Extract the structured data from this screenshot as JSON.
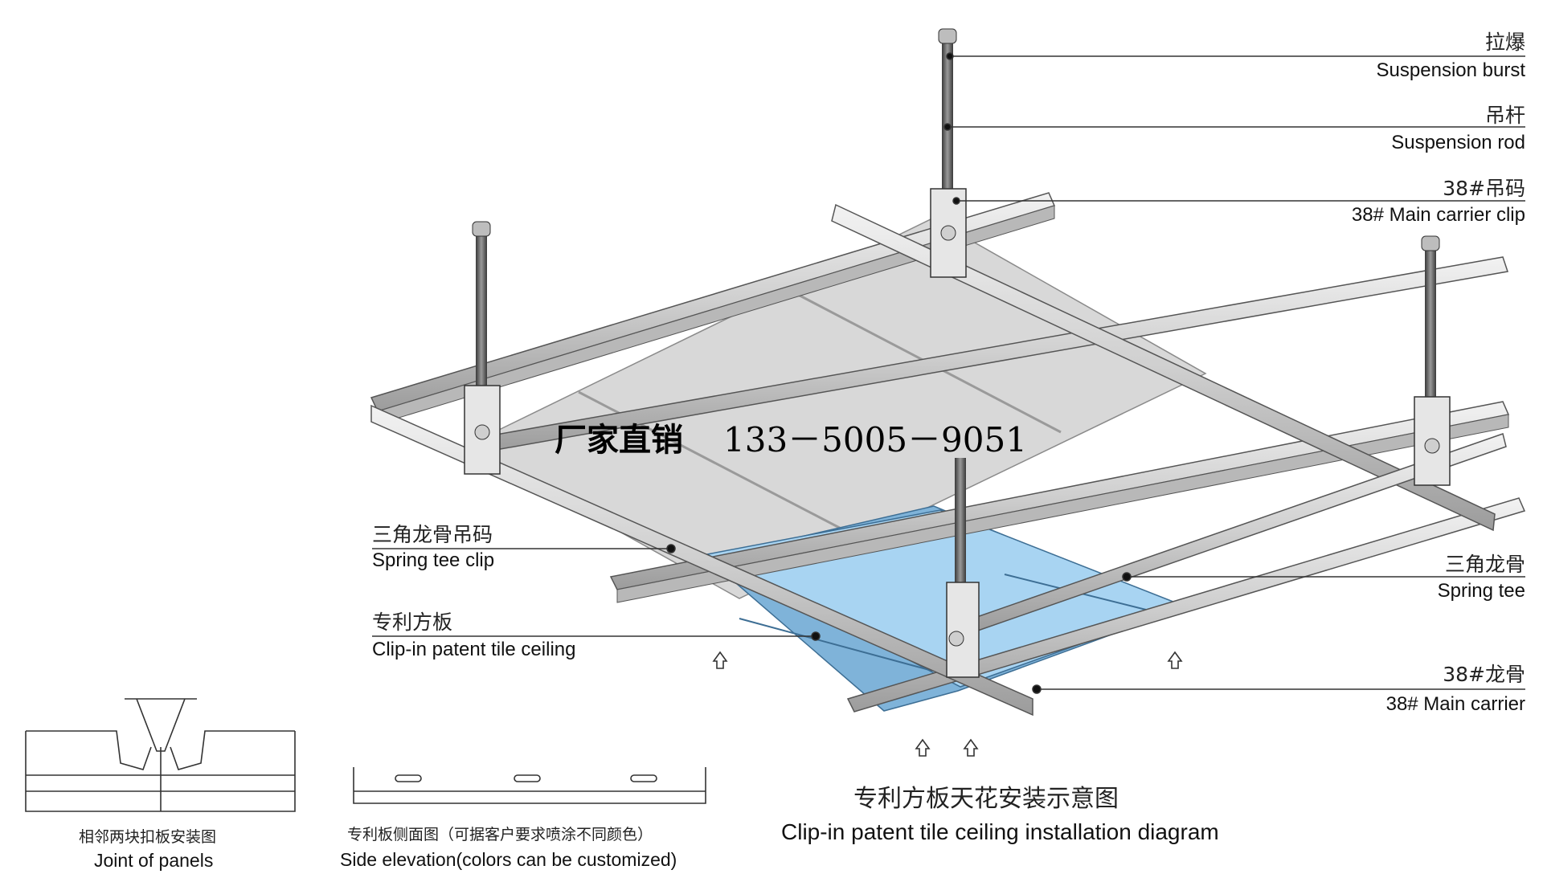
{
  "callouts_right": [
    {
      "zh": "拉爆",
      "en": "Suspension burst"
    },
    {
      "zh": "吊杆",
      "en": "Suspension rod"
    },
    {
      "zh": "38#吊码",
      "en": "38# Main carrier clip"
    },
    {
      "zh": "三角龙骨",
      "en": "Spring tee"
    },
    {
      "zh": "38#龙骨",
      "en": "38#  Main carrier"
    }
  ],
  "callouts_left": [
    {
      "zh": "三角龙骨吊码",
      "en": "Spring tee clip"
    },
    {
      "zh": "专利方板",
      "en": "Clip-in patent tile ceiling"
    }
  ],
  "promo": {
    "zh": "厂家直销",
    "phone": "133－5005－9051"
  },
  "caption": {
    "zh": "专利方板天花安装示意图",
    "en": "Clip-in patent tile ceiling installation diagram"
  },
  "joint": {
    "zh": "相邻两块扣板安装图",
    "en": "Joint of panels"
  },
  "side": {
    "zh": "专利板侧面图（可据客户要求喷涂不同颜色）",
    "en": "Side elevation(colors can be customized)"
  },
  "colors": {
    "panel": "#a8d4f2",
    "tile": "#d9d9d9",
    "rail": "#cfcfcf",
    "line": "#333333"
  },
  "icons": [
    "up-arrow-icon"
  ]
}
